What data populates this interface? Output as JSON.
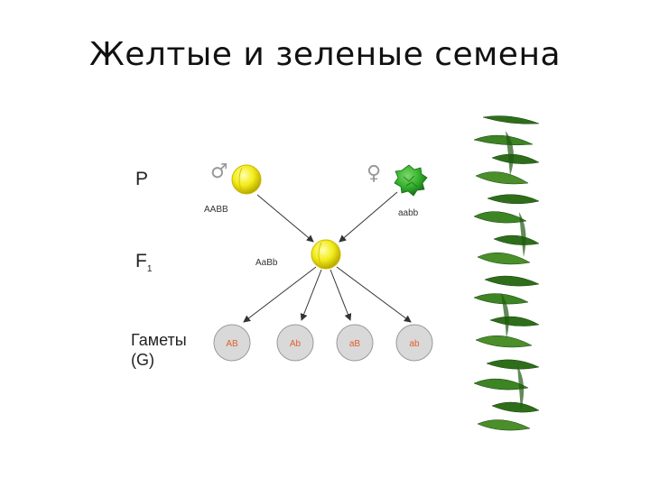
{
  "slide": {
    "title": "Желтые и зеленые семена"
  },
  "diagram": {
    "generation_p": "P",
    "generation_f": "F",
    "generation_f_sub": "1",
    "gametes_label_line1": "Гаметы",
    "gametes_label_line2": "(G)",
    "male_symbol": "♂",
    "female_symbol": "♀",
    "parent_yellow_genotype": "AABB",
    "parent_green_genotype": "aabb",
    "f1_genotype": "AaBb",
    "gametes": [
      "AB",
      "Ab",
      "aB",
      "ab"
    ],
    "colors": {
      "yellow_seed": "#f2ec1a",
      "green_seed": "#2fae2a",
      "gamete_fill": "#d9d9d9",
      "gamete_text": "#e2602d",
      "arrow": "#333333",
      "leaf_dark": "#1f5a12",
      "leaf_light": "#4a8f2a"
    }
  }
}
